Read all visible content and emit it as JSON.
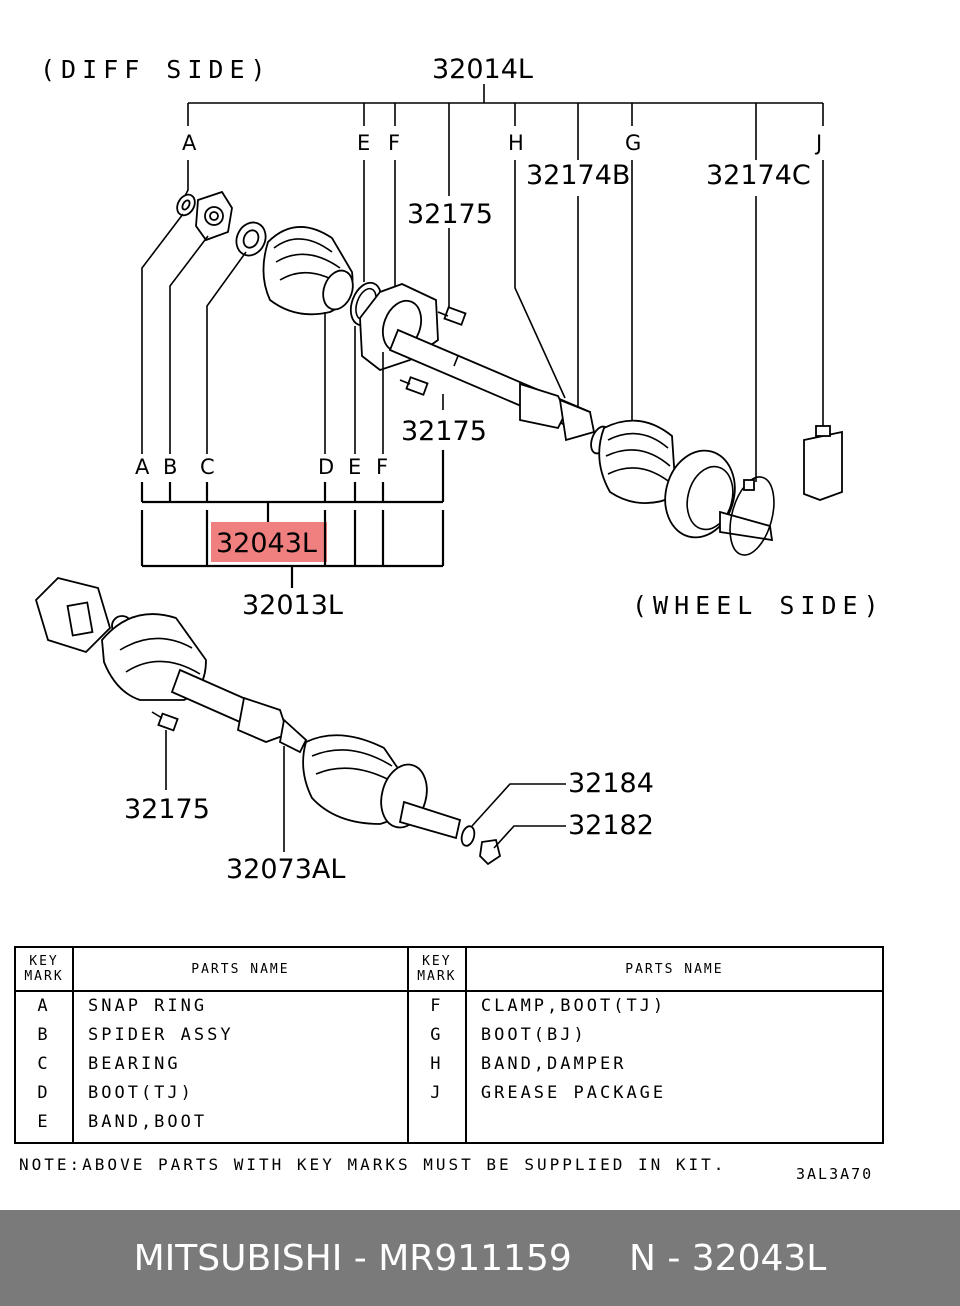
{
  "diagram": {
    "side_labels": {
      "diff": "(DIFF SIDE)",
      "wheel": "(WHEEL SIDE)"
    },
    "callouts": {
      "top_assembly": "32014L",
      "bolt_upper": "32175",
      "bolt_middle": "32175",
      "bolt_lower": "32175",
      "band_b": "32174B",
      "band_c": "32174C",
      "kit": "32043L",
      "inner_assembly": "32013L",
      "shaft_assembly": "32073AL",
      "washer": "32184",
      "nut": "32182"
    },
    "top_marks": [
      "A",
      "E",
      "F",
      "H",
      "G",
      "J"
    ],
    "bottom_marks": [
      "A",
      "B",
      "C",
      "D",
      "E",
      "F"
    ],
    "highlight_color": "#f08080"
  },
  "table": {
    "header_key": [
      "KEY",
      "MARK"
    ],
    "header_name": "PARTS NAME",
    "left": [
      {
        "key": "A",
        "name": "SNAP RING"
      },
      {
        "key": "B",
        "name": "SPIDER ASSY"
      },
      {
        "key": "C",
        "name": "BEARING"
      },
      {
        "key": "D",
        "name": "BOOT(TJ)"
      },
      {
        "key": "E",
        "name": "BAND,BOOT"
      }
    ],
    "right": [
      {
        "key": "F",
        "name": "CLAMP,BOOT(TJ)"
      },
      {
        "key": "G",
        "name": "BOOT(BJ)"
      },
      {
        "key": "H",
        "name": "BAND,DAMPER"
      },
      {
        "key": "J",
        "name": "GREASE PACKAGE"
      }
    ]
  },
  "note": "NOTE:ABOVE PARTS WITH KEY MARKS MUST BE SUPPLIED IN KIT.",
  "ref_code": "3AL3A70",
  "footer": {
    "brand": "MITSUBISHI",
    "sep1": " - ",
    "part_no": "MR911159",
    "gap": "     ",
    "ref": "N - 32043L"
  },
  "colors": {
    "footer_bg": "#7a7a7a",
    "footer_text": "#ffffff"
  }
}
